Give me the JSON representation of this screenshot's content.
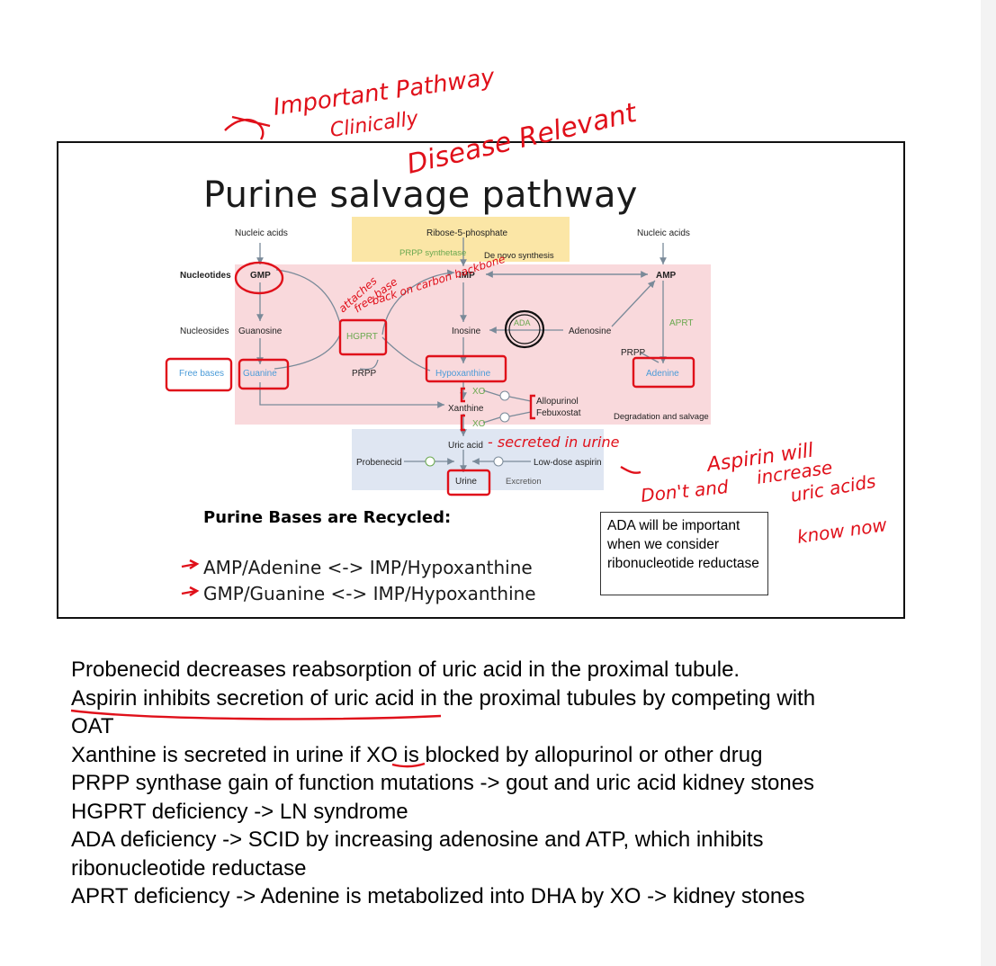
{
  "slide": {
    "title": "Purine salvage pathway",
    "section_heading": "Purine Bases are Recycled:",
    "recycle_lines": [
      "AMP/Adenine <-> IMP/Hypoxanthine",
      "GMP/Guanine <-> IMP/Hypoxanthine"
    ],
    "note_box": "ADA will be important when we consider ribonucleotide reductase"
  },
  "diagram": {
    "row_labels": [
      "Nucleotides",
      "Nucleosides",
      "Free bases"
    ],
    "nucleic_acids_left": "Nucleic acids",
    "nucleic_acids_right": "Nucleic acids",
    "ribose": "Ribose-5-phosphate",
    "prpp_synthetase": "PRPP synthetase",
    "de_novo": "De novo synthesis",
    "gmp": "GMP",
    "imp": "IMP",
    "amp": "AMP",
    "guanosine": "Guanosine",
    "inosine": "Inosine",
    "adenosine": "Adenosine",
    "guanine": "Guanine",
    "hypoxanthine": "Hypoxanthine",
    "adenine": "Adenine",
    "hgprt": "HGPRT",
    "aprt": "APRT",
    "ada": "ADA",
    "prpp_left": "PRPP",
    "prpp_right": "PRPP",
    "xo_1": "XO",
    "xo_2": "XO",
    "xanthine": "Xanthine",
    "allopurinol": "Allopurinol",
    "febuxostat": "Febuxostat",
    "degradation": "Degradation and salvage",
    "uric_acid": "Uric acid",
    "probenecid": "Probenecid",
    "low_dose_aspirin": "Low-dose aspirin",
    "urine": "Urine",
    "excretion": "Excretion"
  },
  "annotations": {
    "important": "Important Pathway",
    "clinically": "Clinically",
    "disease_relevant": "Disease Relevant",
    "hgprt_note_1": "attaches",
    "hgprt_note_2": "free base",
    "hgprt_note_3": "back on carbon backbone",
    "uric_secreted": "- secreted in urine",
    "aspirin_will": "Aspirin will",
    "increase": "increase",
    "dont_and": "Don't and",
    "uric_acids": "uric acids",
    "know_now": "know now"
  },
  "notes": [
    "Probenecid decreases reabsorption of uric acid in the proximal tubule.",
    "Aspirin inhibits secretion of uric acid in the proximal tubules by competing with",
    "OAT",
    "Xanthine is secreted in urine if XO is blocked by allopurinol or other drug",
    "PRPP synthase gain of function mutations -> gout and uric acid kidney stones",
    "HGPRT deficiency -> LN syndrome",
    "ADA deficiency -> SCID by increasing adenosine and ATP, which inhibits",
    "ribonucleotide reductase",
    "APRT deficiency -> Adenine is metabolized into DHA by XO -> kidney stones"
  ],
  "colors": {
    "pink_region": "#f9d9dc",
    "yellow_region": "#fbe6a6",
    "blue_region": "#dfe6f2",
    "ink_red": "#e0101a",
    "free_base_blue": "#4a9bd8",
    "enzyme_green": "#6aa84f"
  }
}
